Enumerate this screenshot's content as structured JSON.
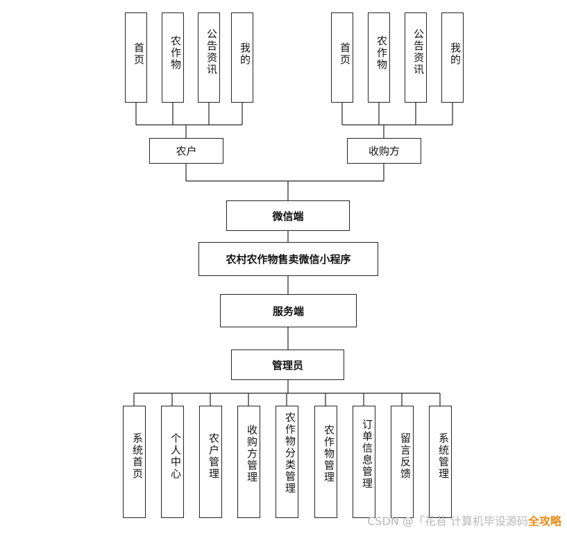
{
  "farmer_menu": [
    "首页",
    "农作物",
    "公告资讯",
    "我的"
  ],
  "buyer_menu": [
    "首页",
    "农作物",
    "公告资讯",
    "我的"
  ],
  "farmer_role": "农户",
  "buyer_role": "收购方",
  "wechat_client": "微信端",
  "app_title": "农村农作物售卖微信小程序",
  "server": "服务端",
  "admin": "管理员",
  "admin_modules": [
    "系统首页",
    "个人中心",
    "农户管理",
    "收购方管理",
    "农作物分类管理",
    "农作物管理",
    "订单信息管理",
    "留言反馈",
    "系统管理"
  ],
  "watermark": {
    "text": "CSDN @「花苔 计算机毕设源码",
    "badge": "全攻略"
  }
}
